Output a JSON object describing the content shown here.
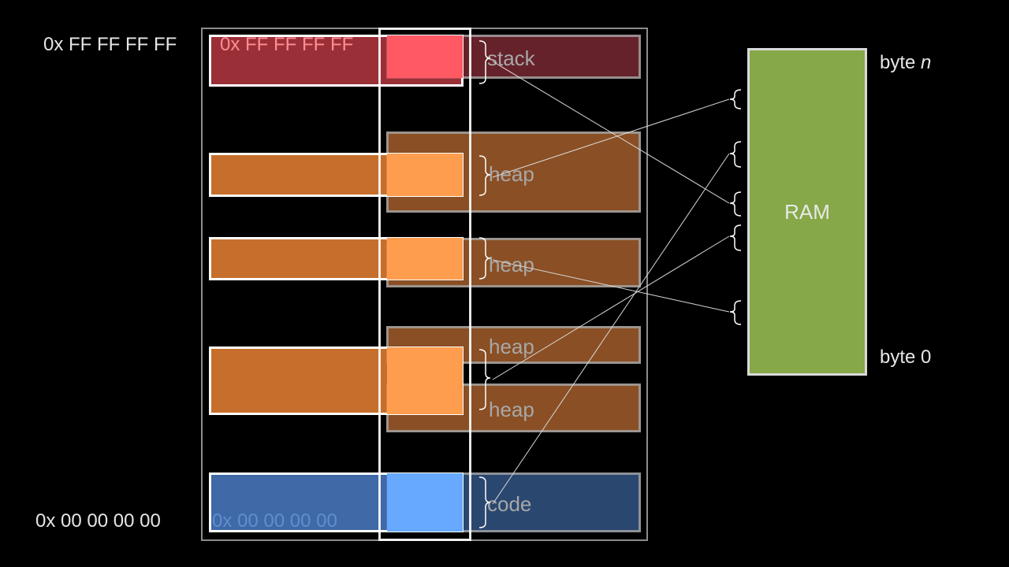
{
  "addresses": {
    "top": "0x FF FF FF FF",
    "bottom": "0x 00 00 00 00"
  },
  "process_a": {
    "segments": [
      {
        "label": "stack",
        "color": "#a5313b"
      },
      {
        "label": "heap",
        "color": "#d0732f"
      },
      {
        "label": "heap",
        "color": "#d0732f"
      },
      {
        "label": "heap",
        "color": "#d0732f"
      },
      {
        "label": "code",
        "color": "#3f6aa6"
      }
    ]
  },
  "process_b": {
    "segments": [
      {
        "label": "stack",
        "color": "#66222a"
      },
      {
        "label": "heap",
        "color": "#8a4f24"
      },
      {
        "label": "heap",
        "color": "#8a4f24"
      },
      {
        "label": "heap",
        "color": "#8a4f24"
      },
      {
        "label": "heap",
        "color": "#8a4f24"
      },
      {
        "label": "code",
        "color": "#2a4770"
      }
    ]
  },
  "ram": {
    "label": "RAM",
    "top_label_prefix": "byte ",
    "top_label_var": "n",
    "bottom_label": "byte 0",
    "color": "#86a848"
  },
  "colors": {
    "background": "#000000",
    "stack_highlight": "#ff5a63",
    "heap_highlight": "#ff9d4f",
    "code_highlight": "#66a9ff",
    "connector": "#d8d8d8"
  }
}
